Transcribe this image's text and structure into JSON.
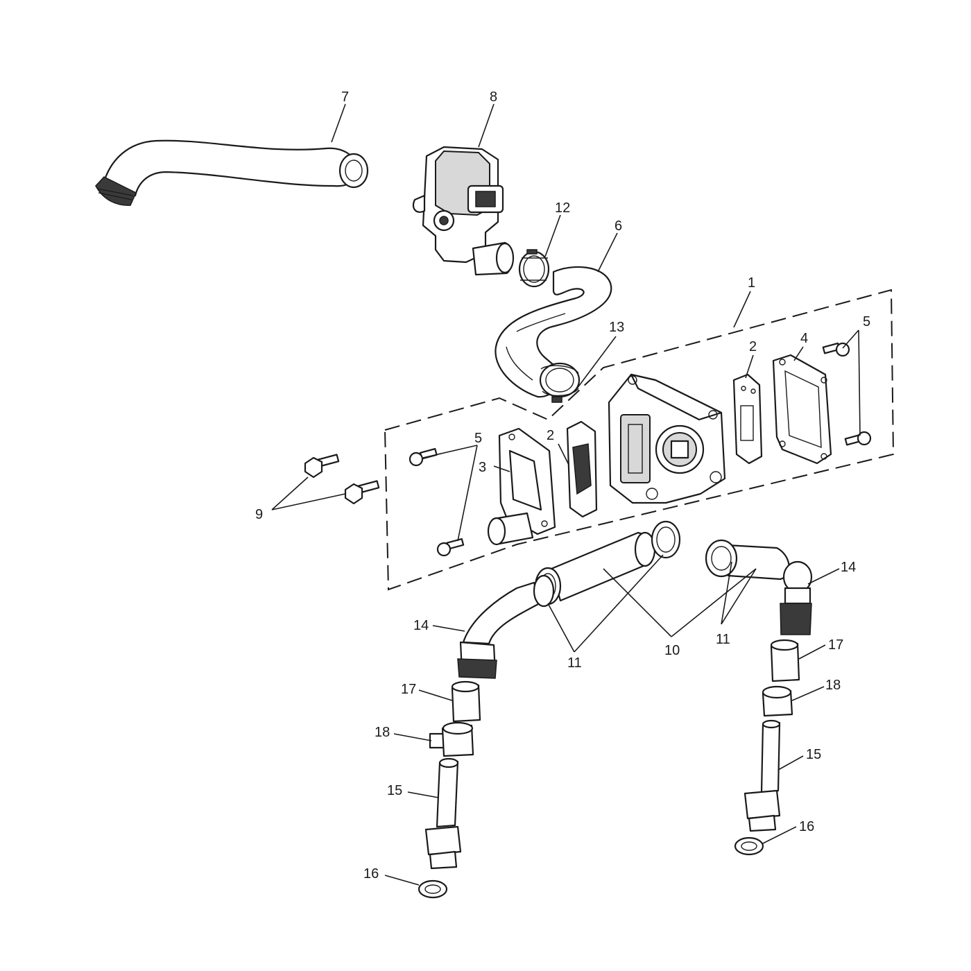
{
  "diagram": {
    "line_color": "#1a1a1a",
    "callouts": [
      {
        "id": "c7",
        "text": "7"
      },
      {
        "id": "c8",
        "text": "8"
      },
      {
        "id": "c12",
        "text": "12"
      },
      {
        "id": "c6",
        "text": "6"
      },
      {
        "id": "c1",
        "text": "1"
      },
      {
        "id": "c13",
        "text": "13"
      },
      {
        "id": "c5r",
        "text": "5"
      },
      {
        "id": "c2r",
        "text": "2"
      },
      {
        "id": "c4",
        "text": "4"
      },
      {
        "id": "c5l",
        "text": "5"
      },
      {
        "id": "c2l",
        "text": "2"
      },
      {
        "id": "c3",
        "text": "3"
      },
      {
        "id": "c9",
        "text": "9"
      },
      {
        "id": "c14l",
        "text": "14"
      },
      {
        "id": "c14r",
        "text": "14"
      },
      {
        "id": "c11l",
        "text": "11"
      },
      {
        "id": "c10",
        "text": "10"
      },
      {
        "id": "c11r",
        "text": "11"
      },
      {
        "id": "c17l",
        "text": "17"
      },
      {
        "id": "c17r",
        "text": "17"
      },
      {
        "id": "c18l",
        "text": "18"
      },
      {
        "id": "c18r",
        "text": "18"
      },
      {
        "id": "c15l",
        "text": "15"
      },
      {
        "id": "c15r",
        "text": "15"
      },
      {
        "id": "c16l",
        "text": "16"
      },
      {
        "id": "c16r",
        "text": "16"
      }
    ]
  }
}
